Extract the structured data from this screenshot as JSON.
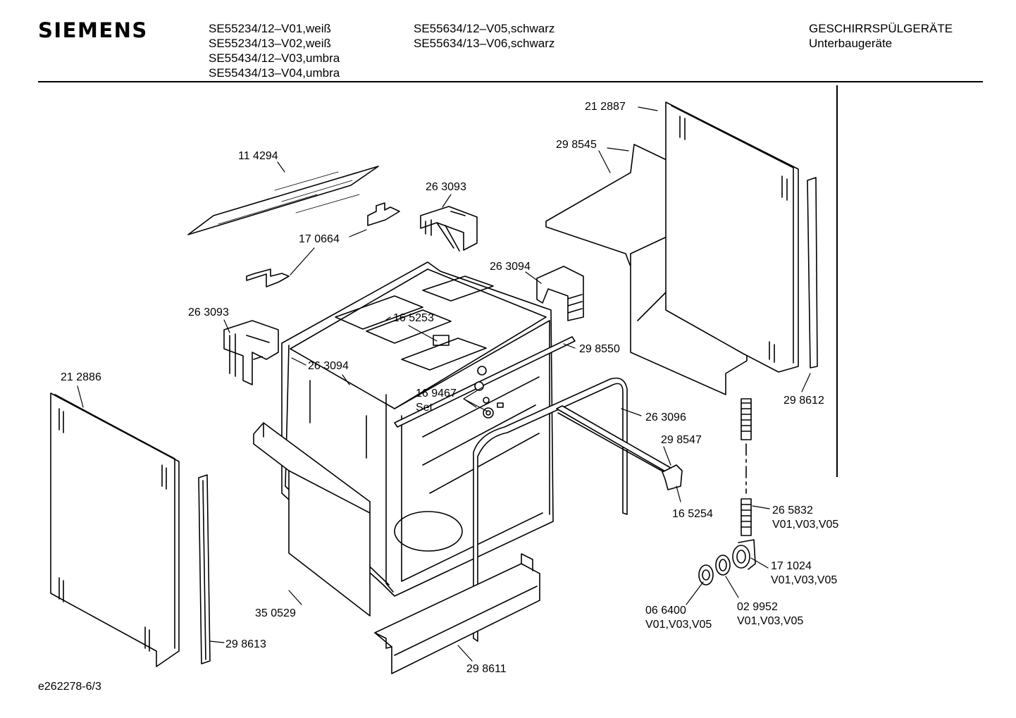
{
  "brand": "SIEMENS",
  "models_col1": [
    "SE55234/12–V01,weiß",
    "SE55234/13–V02,weiß",
    "SE55434/12–V03,umbra",
    "SE55434/13–V04,umbra"
  ],
  "models_col2": [
    "SE55634/12–V05,schwarz",
    "SE55634/13–V06,schwarz"
  ],
  "category": [
    "GESCHIRRSPÜLGERÄTE",
    "Unterbaugeräte"
  ],
  "footer_code": "e262278-6/3",
  "part_labels": [
    {
      "id": "p1",
      "lines": [
        "21 2887"
      ]
    },
    {
      "id": "p2",
      "lines": [
        "29 8545"
      ]
    },
    {
      "id": "p3",
      "lines": [
        "11 4294"
      ]
    },
    {
      "id": "p4",
      "lines": [
        "26 3093"
      ]
    },
    {
      "id": "p5",
      "lines": [
        "17 0664"
      ]
    },
    {
      "id": "p6",
      "lines": [
        "26 3094"
      ]
    },
    {
      "id": "p7",
      "lines": [
        "26 3093"
      ]
    },
    {
      "id": "p8",
      "lines": [
        "16 5253"
      ]
    },
    {
      "id": "p9",
      "lines": [
        "29 8550"
      ]
    },
    {
      "id": "p10",
      "lines": [
        "26 3094"
      ]
    },
    {
      "id": "p11",
      "lines": [
        "21 2886"
      ]
    },
    {
      "id": "p12",
      "lines": [
        "16 9467",
        "Set"
      ]
    },
    {
      "id": "p13",
      "lines": [
        "26 3096"
      ]
    },
    {
      "id": "p14",
      "lines": [
        "29 8612"
      ]
    },
    {
      "id": "p15",
      "lines": [
        "29 8547"
      ]
    },
    {
      "id": "p16",
      "lines": [
        "16 5254"
      ]
    },
    {
      "id": "p17",
      "lines": [
        "26 5832",
        "V01,V03,V05"
      ]
    },
    {
      "id": "p18",
      "lines": [
        "17 1024",
        "V01,V03,V05"
      ]
    },
    {
      "id": "p19",
      "lines": [
        "35 0529"
      ]
    },
    {
      "id": "p20",
      "lines": [
        "06 6400",
        "V01,V03,V05"
      ]
    },
    {
      "id": "p21",
      "lines": [
        "02 9952",
        "V01,V03,V05"
      ]
    },
    {
      "id": "p22",
      "lines": [
        "29 8613"
      ]
    },
    {
      "id": "p23",
      "lines": [
        "29 8611"
      ]
    }
  ]
}
